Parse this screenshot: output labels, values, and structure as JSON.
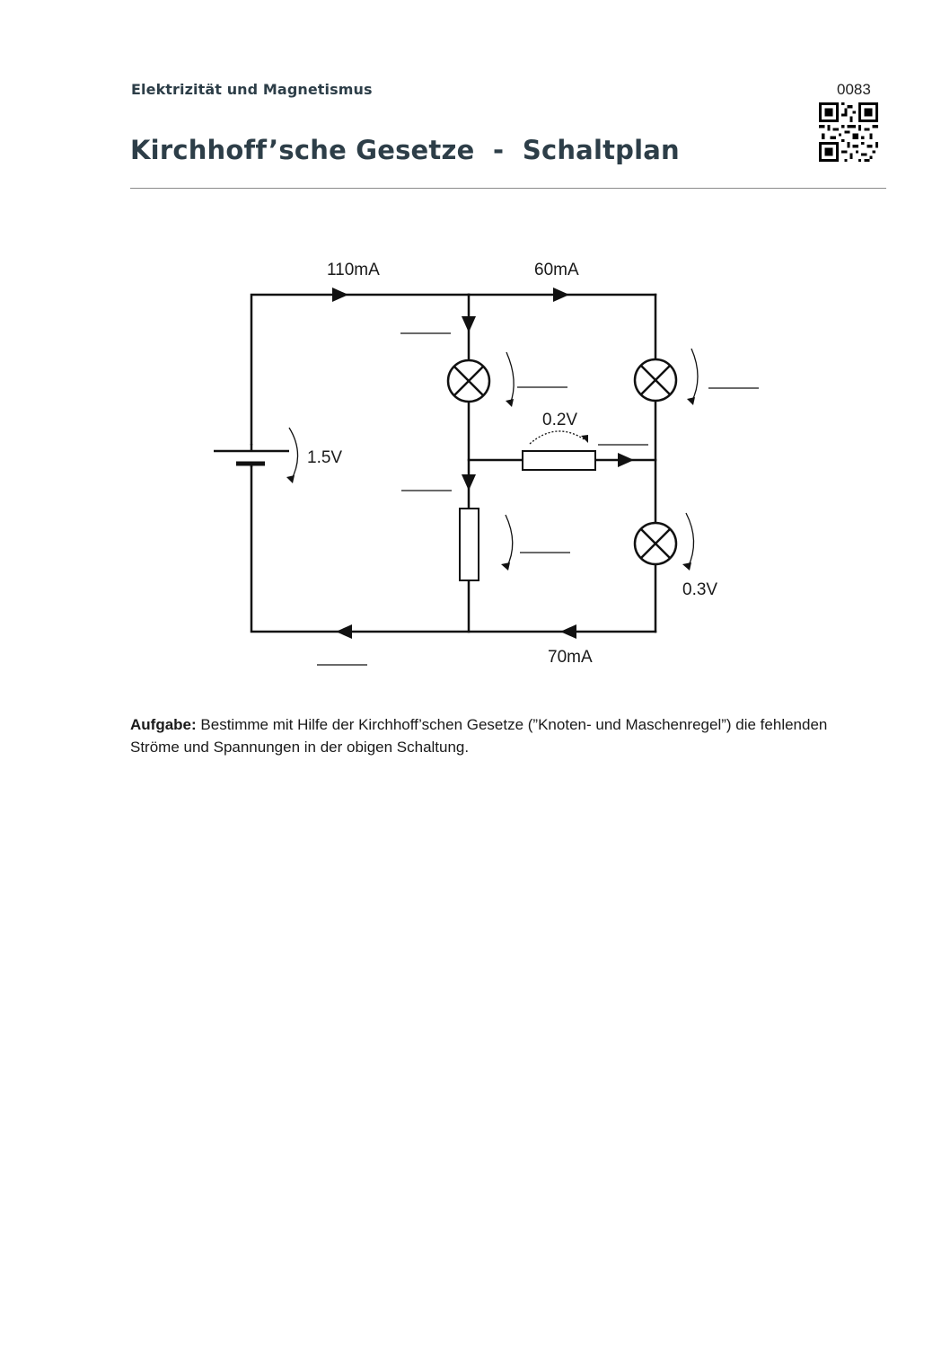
{
  "header": {
    "subject": "Elektrizität und Magnetismus",
    "sheet_number": "0083",
    "title": "Kirchhoff’sche Gesetze  -  Schaltplan"
  },
  "circuit": {
    "labels": {
      "current_top_left": "110mA",
      "current_top_right": "60mA",
      "current_bottom_right": "70mA",
      "source_voltage": "1.5V",
      "resistor_horizontal_voltage": "0.2V",
      "lamp_bottom_right_voltage": "0.3V"
    }
  },
  "task": {
    "label": "Aufgabe:",
    "text": " Bestimme mit Hilfe der Kirchhoff’schen Gesetze (”Knoten- und Maschenregel”) die fehlenden Ströme und Spannungen in der obigen Schaltung."
  }
}
